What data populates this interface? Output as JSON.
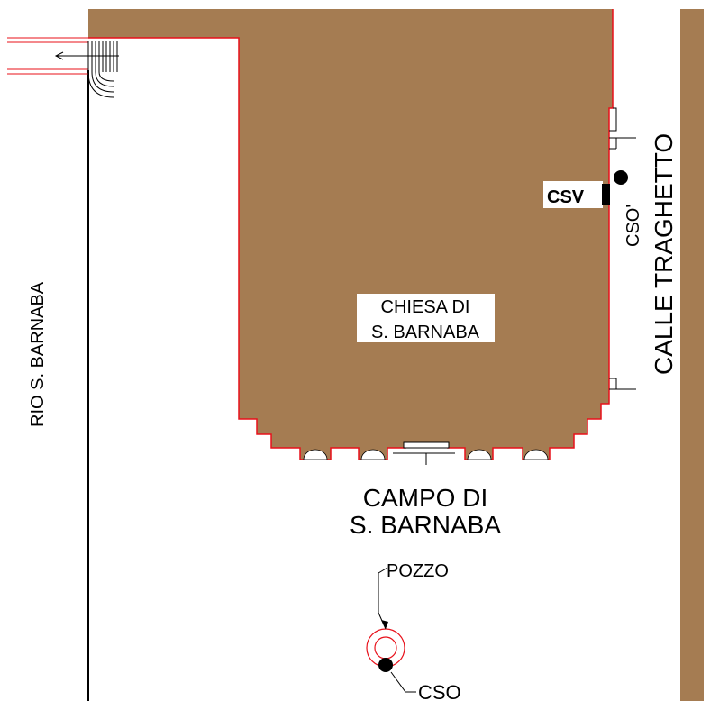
{
  "labels": {
    "rio": "RIO S. BARNABA",
    "calle": "CALLE TRAGHETTO",
    "chiesa_line1": "CHIESA DI",
    "chiesa_line2": "S. BARNABA",
    "campo_line1": "CAMPO DI",
    "campo_line2": "S. BARNABA",
    "pozzo": "POZZO",
    "cso_bottom": "CSO",
    "cso_right": "CSO'",
    "csv": "CSV"
  },
  "colors": {
    "building": "#a57c52",
    "outline": "#e8101a",
    "line": "#000000",
    "background": "#ffffff"
  },
  "icons": {
    "pozzo": "circle-well-icon",
    "cso_marker": "filled-circle-icon",
    "csv_marker": "filled-rectangle-icon",
    "steps": "staircase-icon"
  }
}
